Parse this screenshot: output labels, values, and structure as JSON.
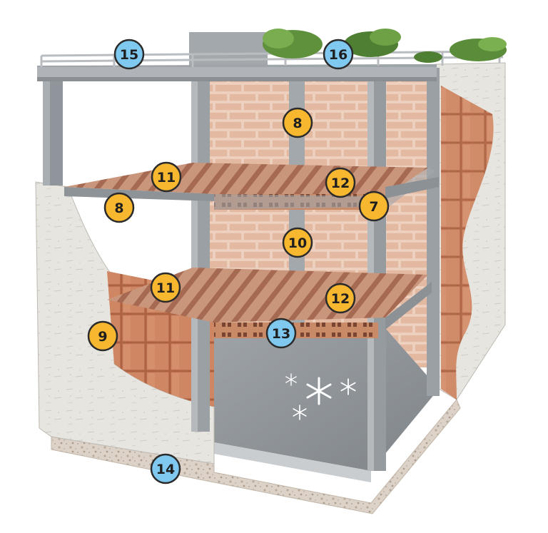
{
  "diagram": {
    "colors": {
      "concrete": "#9a9fa3",
      "concrete_light": "#c2c6c9",
      "brick": "#c9805e",
      "brick_wall": "#e8c2ad",
      "render": "#e6e4df",
      "gravel": "#d9cfc5",
      "badge_yellow": "#f7b72e",
      "badge_blue": "#7fc9f0",
      "foliage": "#5c8f3a"
    },
    "markers": [
      {
        "label": "15",
        "style": "blue"
      },
      {
        "label": "16",
        "style": "blue"
      },
      {
        "label": "8",
        "style": "yellow"
      },
      {
        "label": "11",
        "style": "yellow"
      },
      {
        "label": "8",
        "style": "yellow"
      },
      {
        "label": "12",
        "style": "yellow"
      },
      {
        "label": "7",
        "style": "yellow"
      },
      {
        "label": "10",
        "style": "yellow"
      },
      {
        "label": "11",
        "style": "yellow"
      },
      {
        "label": "12",
        "style": "yellow"
      },
      {
        "label": "9",
        "style": "yellow"
      },
      {
        "label": "13",
        "style": "blue"
      },
      {
        "label": "14",
        "style": "blue"
      }
    ],
    "snowflake_icon": "snowflake-icon"
  }
}
